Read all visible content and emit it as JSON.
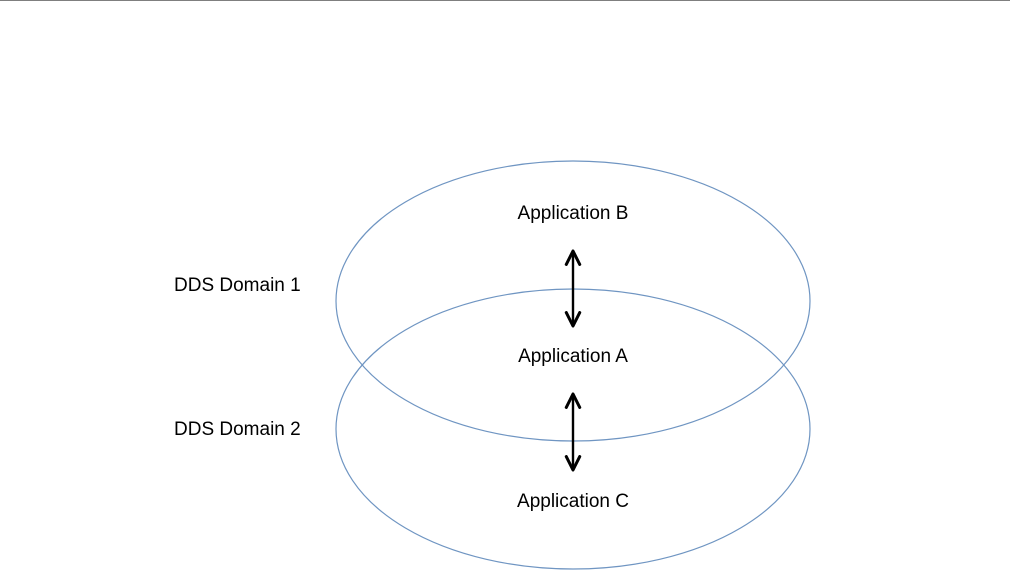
{
  "diagram": {
    "domains": [
      {
        "label": "DDS Domain 1"
      },
      {
        "label": "DDS Domain 2"
      }
    ],
    "applications": [
      {
        "label": "Application B"
      },
      {
        "label": "Application A"
      },
      {
        "label": "Application C"
      }
    ],
    "colors": {
      "ellipse_stroke": "#6f95c2",
      "arrow": "#000000",
      "text": "#000000"
    }
  }
}
